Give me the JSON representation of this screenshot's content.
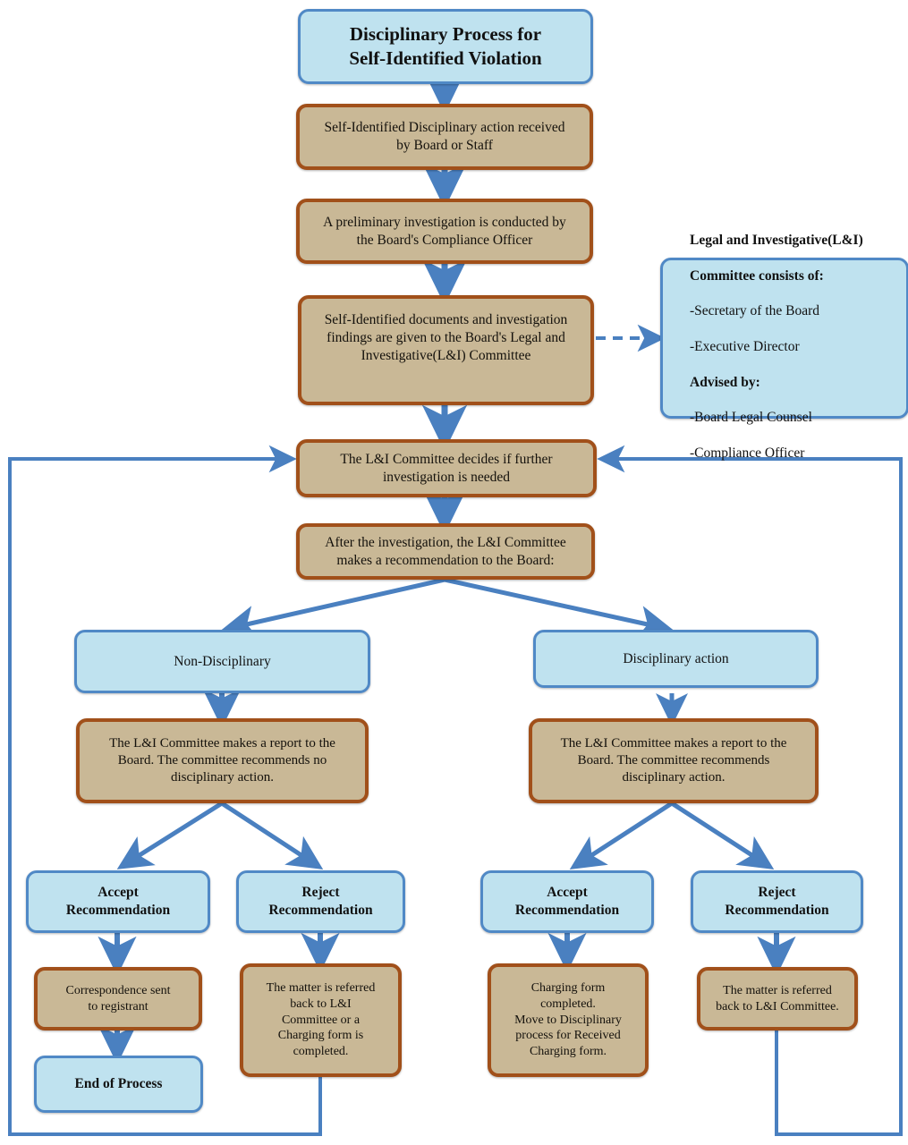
{
  "diagram": {
    "title": "Disciplinary Process for Self-Identified Violation",
    "colors": {
      "blue_fill": "#bfe2ef",
      "blue_border": "#5089c6",
      "tan_fill": "#c9b896",
      "tan_border": "#a1501a",
      "connector": "#4a80c0",
      "text": "#111111",
      "background": "#ffffff"
    }
  },
  "nodes": {
    "title": "Disciplinary Process for\nSelf-Identified Violation",
    "received": "Self-Identified Disciplinary action received\nby Board or Staff",
    "preliminary": "A preliminary investigation is conducted by\nthe Board's Compliance Officer",
    "documents_given": "Self-Identified documents and investigation\nfindings are given to the Board's Legal and\nInvestigative(L&I) Committee",
    "committee_info_line1": "Legal and Investigative(L&I)",
    "committee_info_line2": "Committee consists of:",
    "committee_info_line3": "-Secretary of the Board",
    "committee_info_line4": "-Executive Director",
    "committee_info_line5": "Advised by:",
    "committee_info_line6": "-Board Legal Counsel",
    "committee_info_line7": "-Compliance Officer",
    "decides_further": "The L&I Committee decides if further\ninvestigation is needed",
    "recommendation": "After the investigation, the L&I Committee\nmakes a recommendation to the Board:",
    "branch_non_disciplinary": "Non-Disciplinary",
    "branch_disciplinary": "Disciplinary action",
    "report_no_action": "The L&I Committee makes a report to the\nBoard.  The committee recommends no\ndisciplinary action.",
    "report_action": "The L&I Committee makes a report to the\nBoard.  The committee recommends\ndisciplinary action.",
    "accept_left": "Accept\nRecommendation",
    "reject_left": "Reject\nRecommendation",
    "accept_right": "Accept\nRecommendation",
    "reject_right": "Reject\nRecommendation",
    "correspondence": "Correspondence sent\nto registrant",
    "end_of_process": "End of Process",
    "referred_back_or_charging": "The matter is referred\nback to L&I\nCommittee or a\nCharging form is\ncompleted.",
    "charging_form": "Charging form\ncompleted.\nMove to Disciplinary\nprocess for Received\nCharging form.",
    "referred_back": "The matter is referred\nback to L&I Committee."
  },
  "connectors": [
    {
      "name": "title-to-received",
      "type": "arrow-down"
    },
    {
      "name": "received-to-preliminary",
      "type": "arrow-down"
    },
    {
      "name": "preliminary-to-documents",
      "type": "arrow-down"
    },
    {
      "name": "documents-to-committee-info",
      "type": "dashed-arrow-right"
    },
    {
      "name": "documents-to-decides",
      "type": "arrow-down"
    },
    {
      "name": "decides-to-recommendation",
      "type": "arrow-down"
    },
    {
      "name": "recommendation-to-non-disciplinary",
      "type": "arrow-diagonal-left"
    },
    {
      "name": "recommendation-to-disciplinary",
      "type": "arrow-diagonal-right"
    },
    {
      "name": "non-disciplinary-to-report",
      "type": "arrow-down"
    },
    {
      "name": "disciplinary-to-report",
      "type": "arrow-down"
    },
    {
      "name": "report-no-action-to-accept",
      "type": "arrow-diagonal-left"
    },
    {
      "name": "report-no-action-to-reject",
      "type": "arrow-diagonal-right"
    },
    {
      "name": "report-action-to-accept",
      "type": "arrow-diagonal-left"
    },
    {
      "name": "report-action-to-reject",
      "type": "arrow-diagonal-right"
    },
    {
      "name": "accept-left-to-correspondence",
      "type": "arrow-down"
    },
    {
      "name": "correspondence-to-end",
      "type": "arrow-down"
    },
    {
      "name": "reject-left-to-referred",
      "type": "arrow-down"
    },
    {
      "name": "accept-right-to-charging",
      "type": "arrow-down"
    },
    {
      "name": "reject-right-to-referred",
      "type": "arrow-down"
    },
    {
      "name": "left-feedback-loop-to-decides",
      "type": "loop-arrow-left"
    },
    {
      "name": "right-feedback-loop-to-decides",
      "type": "loop-arrow-right"
    }
  ]
}
